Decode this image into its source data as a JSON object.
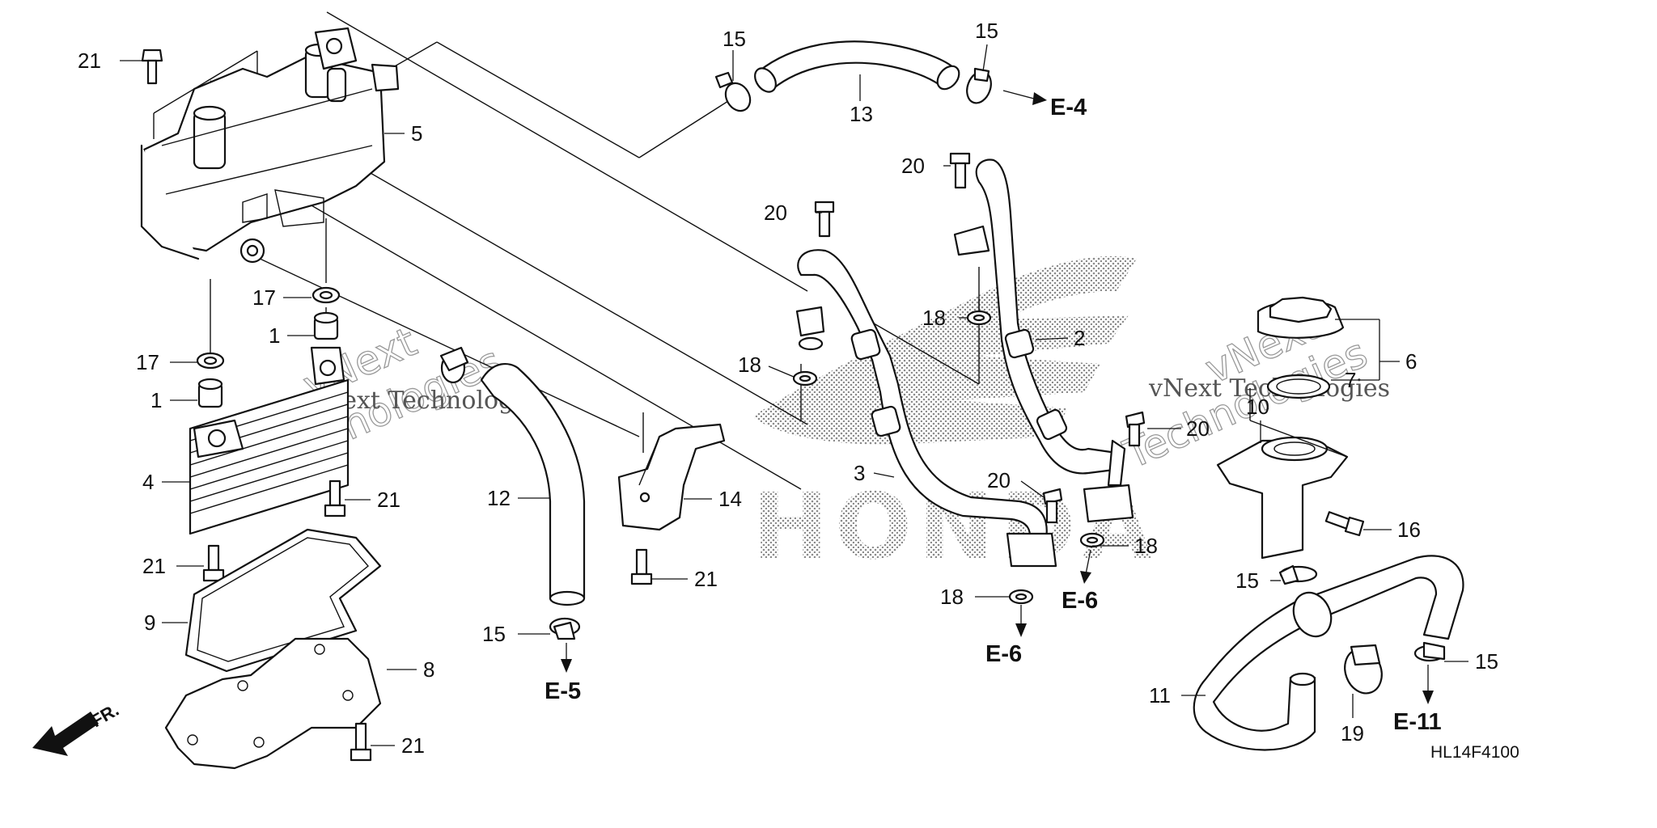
{
  "diagram": {
    "drawing_code": "HL14F4100",
    "front_marker": "FR.",
    "watermark": {
      "company": "vNext Technologies",
      "large_word_top": "vNext",
      "large_word_bottom": "Technologies",
      "emblem_text": "HONDA"
    },
    "callouts": [
      {
        "num": "21"
      },
      {
        "num": "5"
      },
      {
        "num": "17"
      },
      {
        "num": "1"
      },
      {
        "num": "17"
      },
      {
        "num": "1"
      },
      {
        "num": "4"
      },
      {
        "num": "21"
      },
      {
        "num": "21"
      },
      {
        "num": "9"
      },
      {
        "num": "8"
      },
      {
        "num": "21"
      },
      {
        "num": "15"
      },
      {
        "num": "13"
      },
      {
        "num": "15"
      },
      {
        "num": "12"
      },
      {
        "num": "15"
      },
      {
        "num": "14"
      },
      {
        "num": "21"
      },
      {
        "num": "20"
      },
      {
        "num": "20"
      },
      {
        "num": "18"
      },
      {
        "num": "18"
      },
      {
        "num": "2"
      },
      {
        "num": "3"
      },
      {
        "num": "20"
      },
      {
        "num": "20"
      },
      {
        "num": "18"
      },
      {
        "num": "18"
      },
      {
        "num": "6"
      },
      {
        "num": "7"
      },
      {
        "num": "10"
      },
      {
        "num": "16"
      },
      {
        "num": "15"
      },
      {
        "num": "11"
      },
      {
        "num": "19"
      },
      {
        "num": "15"
      }
    ],
    "refs": [
      {
        "label": "E-4"
      },
      {
        "label": "E-5"
      },
      {
        "label": "E-6"
      },
      {
        "label": "E-6"
      },
      {
        "label": "E-11"
      }
    ]
  }
}
